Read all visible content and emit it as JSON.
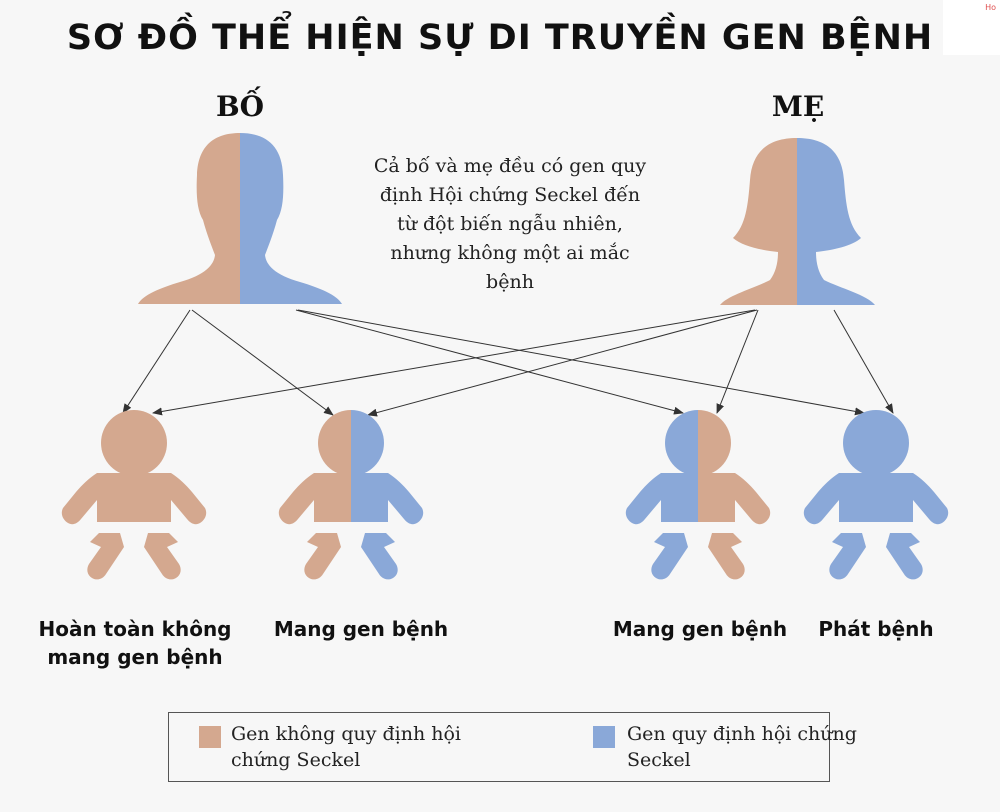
{
  "title": "SƠ ĐỒ THỂ HIỆN SỰ DI TRUYỀN GEN BỆNH",
  "corner_text": "Ho",
  "father": {
    "label": "BỐ"
  },
  "mother": {
    "label": "MẸ"
  },
  "note": "Cả bố và mẹ đều có gen quy định Hội chứng Seckel đến từ đột biến ngẫu nhiên, nhưng không một ai mắc bệnh",
  "children": [
    {
      "label": "Hoàn toàn không mang gen bệnh"
    },
    {
      "label": "Mang gen bệnh"
    },
    {
      "label": "Mang gen bệnh"
    },
    {
      "label": "Phát bệnh"
    }
  ],
  "legend": {
    "normal": "Gen không quy định hội chứng Seckel",
    "gene": "Gen quy định hội chứng Seckel"
  },
  "colors": {
    "normal": "#d4a88f",
    "gene": "#8aa8d8",
    "arrow": "#333333"
  }
}
